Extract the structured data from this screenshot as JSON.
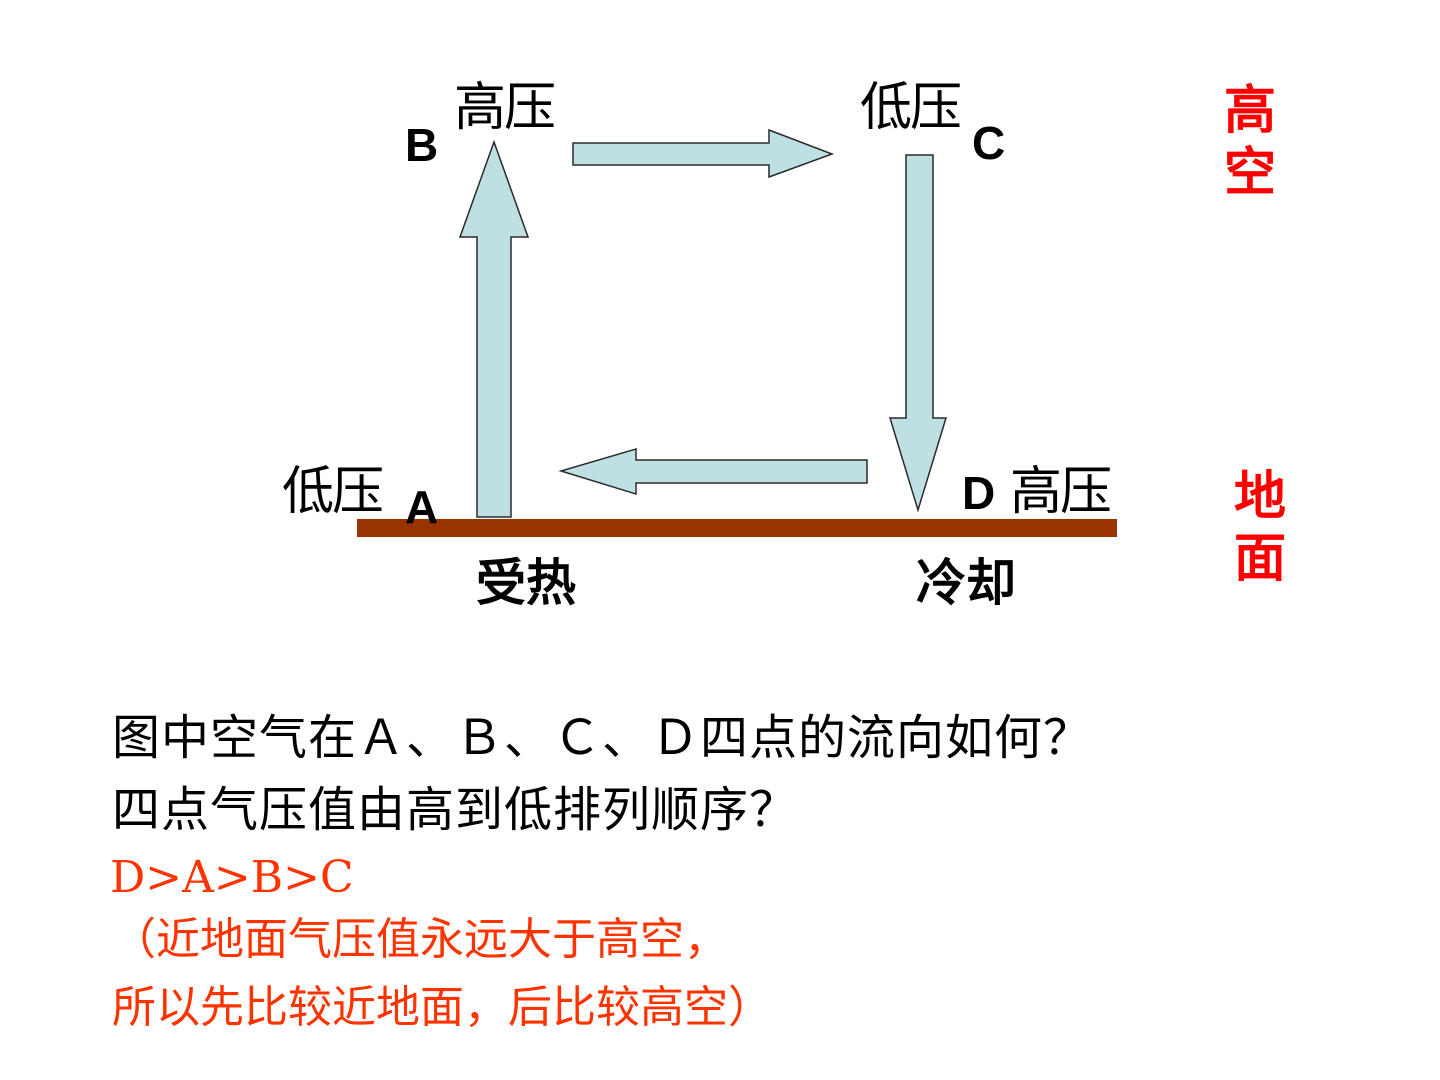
{
  "colors": {
    "arrow_fill": "#bfe0e3",
    "arrow_stroke": "#2a2a2a",
    "ground": "#993300",
    "red_text": "#ff0000",
    "answer_text": "#ff3300",
    "black_text": "#000000"
  },
  "diagram": {
    "points": {
      "A": "A",
      "B": "B",
      "C": "C",
      "D": "D"
    },
    "pressure": {
      "A": "低压",
      "B": "高压",
      "C": "低压",
      "D": "高压"
    },
    "heating": {
      "left": "受热",
      "right": "冷却"
    },
    "levels": {
      "upper": "高空",
      "lower": "地面"
    }
  },
  "question": {
    "line1": "图中空气在Ａ、Ｂ、Ｃ、Ｄ四点的流向如何？",
    "line2": "四点气压值由高到低排列顺序？"
  },
  "answer": {
    "line1": "D>A>B>C",
    "line2": "（近地面气压值永远大于高空，",
    "line3": "所以先比较近地面，后比较高空）"
  }
}
